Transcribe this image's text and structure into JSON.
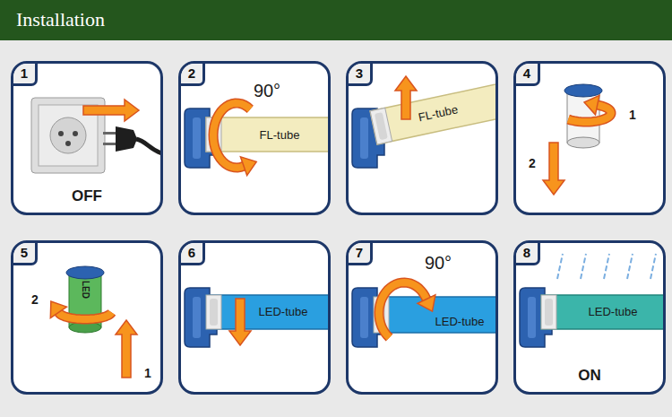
{
  "diagram": {
    "title": "Installation",
    "nodes": [
      {
        "text": [
          "1",
          "OFF"
        ]
      },
      {
        "text": [
          "2",
          "90°",
          "FL-tube"
        ]
      },
      {
        "text": [
          "3",
          "FL-tube"
        ]
      },
      {
        "text": [
          "4",
          "1",
          "2"
        ]
      },
      {
        "text": [
          "5",
          "2",
          "1",
          "LED"
        ]
      },
      {
        "text": [
          "6",
          "LED-tube"
        ]
      },
      {
        "text": [
          "7",
          "90°",
          "LED-tube"
        ]
      },
      {
        "text": [
          "8",
          "LED-tube",
          "ON"
        ]
      }
    ]
  }
}
